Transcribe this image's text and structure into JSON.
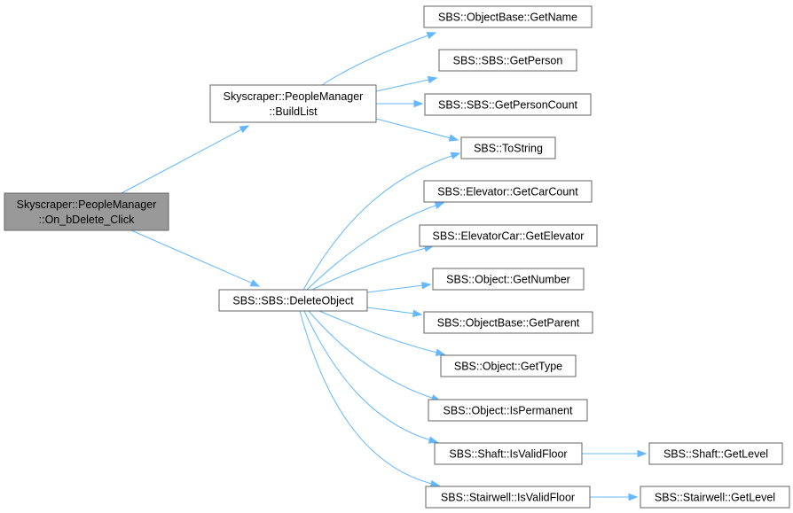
{
  "graph": {
    "colors": {
      "edge": "#63b8ff",
      "root_fill": "#999999",
      "node_fill": "#ffffff",
      "border": "#666666"
    },
    "nodes": [
      {
        "id": "root",
        "lines": [
          "Skyscraper::PeopleManager",
          "::On_bDelete_Click"
        ],
        "root": true
      },
      {
        "id": "buildlist",
        "lines": [
          "Skyscraper::PeopleManager",
          "::BuildList"
        ]
      },
      {
        "id": "deleteobject",
        "lines": [
          "SBS::SBS::DeleteObject"
        ]
      },
      {
        "id": "getname",
        "lines": [
          "SBS::ObjectBase::GetName"
        ]
      },
      {
        "id": "getperson",
        "lines": [
          "SBS::SBS::GetPerson"
        ]
      },
      {
        "id": "getpersoncount",
        "lines": [
          "SBS::SBS::GetPersonCount"
        ]
      },
      {
        "id": "tostring",
        "lines": [
          "SBS::ToString"
        ]
      },
      {
        "id": "getcarcount",
        "lines": [
          "SBS::Elevator::GetCarCount"
        ]
      },
      {
        "id": "getelevator",
        "lines": [
          "SBS::ElevatorCar::GetElevator"
        ]
      },
      {
        "id": "getnumber",
        "lines": [
          "SBS::Object::GetNumber"
        ]
      },
      {
        "id": "getparent",
        "lines": [
          "SBS::ObjectBase::GetParent"
        ]
      },
      {
        "id": "gettype",
        "lines": [
          "SBS::Object::GetType"
        ]
      },
      {
        "id": "ispermanent",
        "lines": [
          "SBS::Object::IsPermanent"
        ]
      },
      {
        "id": "shaftisvalid",
        "lines": [
          "SBS::Shaft::IsValidFloor"
        ]
      },
      {
        "id": "shaftgetlevel",
        "lines": [
          "SBS::Shaft::GetLevel"
        ]
      },
      {
        "id": "stairisvalid",
        "lines": [
          "SBS::Stairwell::IsValidFloor"
        ]
      },
      {
        "id": "stairgetlevel",
        "lines": [
          "SBS::Stairwell::GetLevel"
        ]
      }
    ],
    "edges": [
      {
        "from": "root",
        "to": "buildlist"
      },
      {
        "from": "root",
        "to": "deleteobject"
      },
      {
        "from": "buildlist",
        "to": "getname"
      },
      {
        "from": "buildlist",
        "to": "getperson"
      },
      {
        "from": "buildlist",
        "to": "getpersoncount"
      },
      {
        "from": "buildlist",
        "to": "tostring"
      },
      {
        "from": "deleteobject",
        "to": "tostring"
      },
      {
        "from": "deleteobject",
        "to": "getcarcount"
      },
      {
        "from": "deleteobject",
        "to": "getelevator"
      },
      {
        "from": "deleteobject",
        "to": "getnumber"
      },
      {
        "from": "deleteobject",
        "to": "getparent"
      },
      {
        "from": "deleteobject",
        "to": "gettype"
      },
      {
        "from": "deleteobject",
        "to": "ispermanent"
      },
      {
        "from": "deleteobject",
        "to": "shaftisvalid"
      },
      {
        "from": "deleteobject",
        "to": "stairisvalid"
      },
      {
        "from": "shaftisvalid",
        "to": "shaftgetlevel"
      },
      {
        "from": "stairisvalid",
        "to": "stairgetlevel"
      }
    ]
  }
}
